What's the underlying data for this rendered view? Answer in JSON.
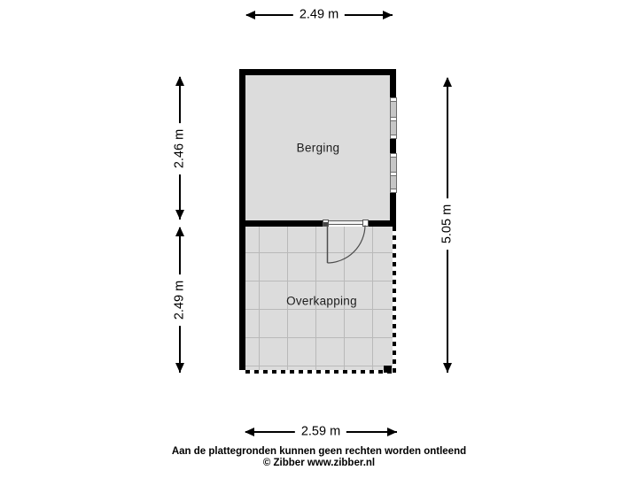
{
  "plan": {
    "rooms": [
      {
        "id": "berging",
        "label": "Berging"
      },
      {
        "id": "overkapping",
        "label": "Overkapping"
      }
    ],
    "features": {
      "windows_right_wall": 2,
      "door": "hinged door opening from Berging into Overkapping",
      "open_sides": "Overkapping right and bottom edges are open (dashed)",
      "corner_post": "small square post at bottom-right of Overkapping"
    }
  },
  "dimensions": {
    "top": "2.49 m",
    "left_upper": "2.46 m",
    "left_lower": "2.49 m",
    "right": "5.05 m",
    "bottom": "2.59 m"
  },
  "footer": {
    "disclaimer": "Aan de plattegronden kunnen geen rechten worden ontleend",
    "copyright": "© Zibber www.zibber.nl"
  },
  "colors": {
    "background": "#ffffff",
    "wall": "#000000",
    "floor_fill": "#dcdcdc",
    "tile_grid_line": "#b9b9b9",
    "window_glass": "#c6c6c6",
    "door_line": "#4d4d4d",
    "text": "#000000"
  }
}
